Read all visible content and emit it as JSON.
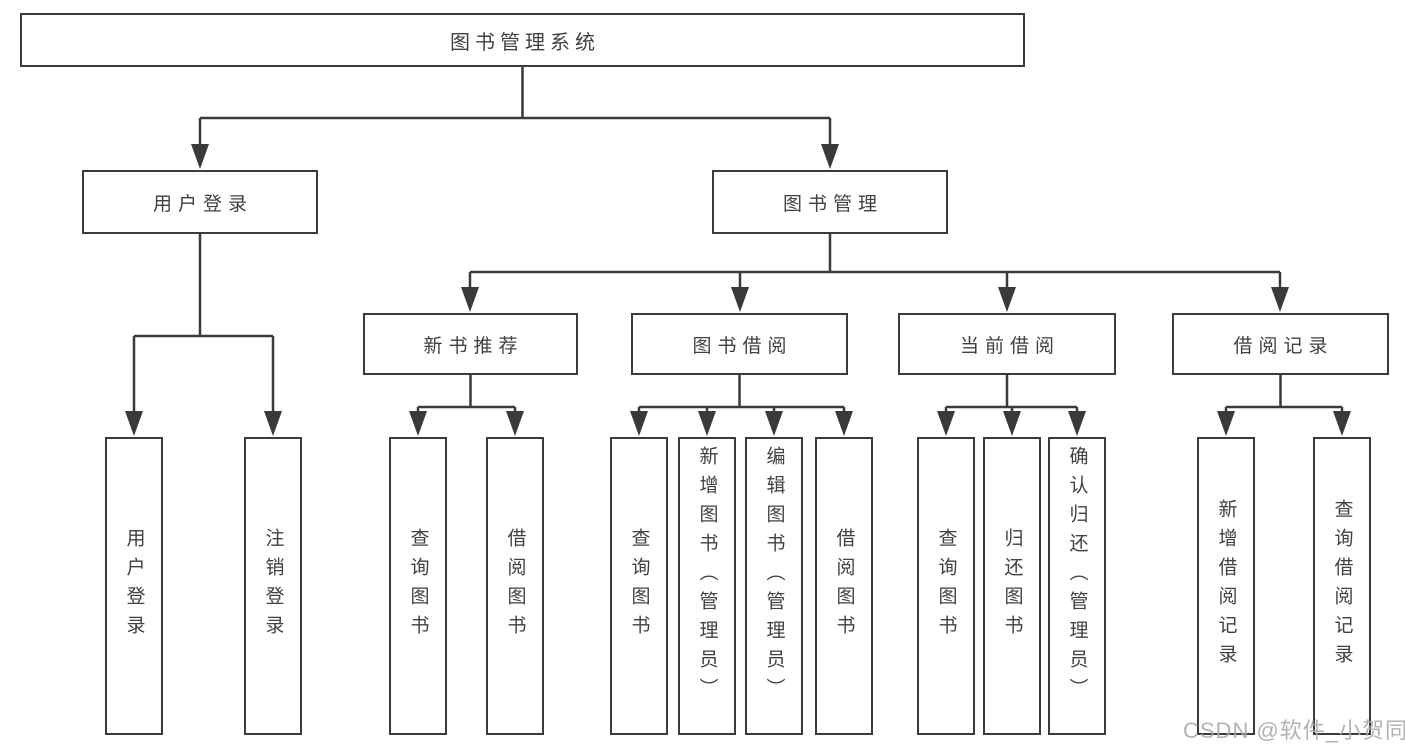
{
  "diagram": {
    "type": "hierarchy-flowchart",
    "colors": {
      "line": "#3a3a3a",
      "box_border": "#3b3b3b",
      "box_fill": "#ffffff",
      "text": "#414141",
      "watermark": "#acacac",
      "background": "#ffffff"
    },
    "watermark": "CSDN @软件_小贺同学",
    "tree": {
      "root": {
        "label": "图书管理系统"
      },
      "branches": [
        {
          "label": "用户登录",
          "children": [
            {
              "label": "用户登录"
            },
            {
              "label": "注销登录"
            }
          ]
        },
        {
          "label": "图书管理",
          "children": [
            {
              "label": "新书推荐",
              "children": [
                {
                  "label": "查询图书"
                },
                {
                  "label": "借阅图书"
                }
              ]
            },
            {
              "label": "图书借阅",
              "children": [
                {
                  "label": "查询图书"
                },
                {
                  "label": "新增图书（管理员）"
                },
                {
                  "label": "编辑图书（管理员）"
                },
                {
                  "label": "借阅图书"
                }
              ]
            },
            {
              "label": "当前借阅",
              "children": [
                {
                  "label": "查询图书"
                },
                {
                  "label": "归还图书"
                },
                {
                  "label": "确认归还（管理员）"
                }
              ]
            },
            {
              "label": "借阅记录",
              "children": [
                {
                  "label": "新增借阅记录"
                },
                {
                  "label": "查询借阅记录"
                }
              ]
            }
          ]
        }
      ]
    }
  }
}
